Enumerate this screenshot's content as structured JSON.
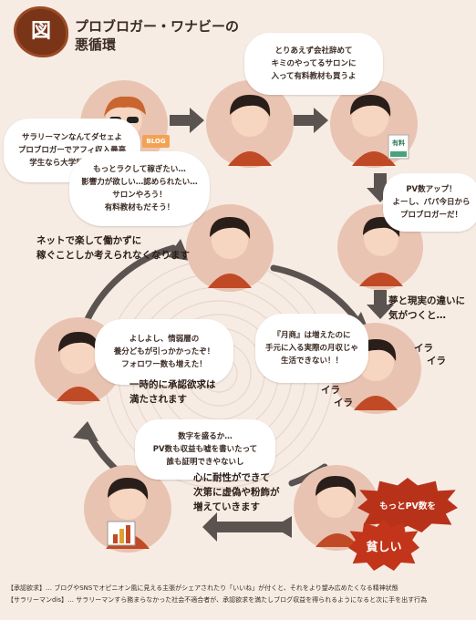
{
  "badge": "図",
  "title_lines": [
    "プロブロガー・ワナビーの",
    "悪循環"
  ],
  "bubbles": {
    "salaryman": [
      "サラリーマンなんてダセェよ",
      "プロブロガーでアフィ収入最高",
      "学生なら大学辞めちゃえ"
    ],
    "quit": [
      "とりあえず会社辞めて",
      "キミのやってるサロンに",
      "入って有料教材も買うよ"
    ],
    "pv_up": [
      "PV数アップ！",
      "よーし、パパ今日から",
      "プロブロガーだ！"
    ],
    "desire": [
      "もっとラクして稼ぎたい…",
      "影響力が欲しい…認められたい…",
      "サロンやろう！",
      "有料教材もだそう！"
    ],
    "yoshi": [
      "よしよし、情弱層の",
      "養分どもが引っかかったぞ！",
      "フォロワー数も増えた！"
    ],
    "getsushou": [
      "『月商』は増えたのに",
      "手元に入る実際の月収じゃ",
      "生活できない！！"
    ],
    "numbers": [
      "数字を盛るか…",
      "PV数も収益も嘘を書いたって",
      "誰も証明できやないし"
    ]
  },
  "captions": {
    "net": [
      "ネットで楽して働かずに",
      "稼ぐことしか考えられなくなります"
    ],
    "dream": [
      "夢と現実の違いに",
      "気がつくと…"
    ],
    "approval": [
      "一時的に承認欲求は",
      "満たされます"
    ],
    "fake": [
      "心に耐性ができて",
      "次第に虚偽や粉飾が",
      "増えていきます"
    ]
  },
  "ira_top": [
    "イラ",
    "イラ"
  ],
  "ira_left": [
    "イラ",
    "イラ"
  ],
  "blog_tag": "BLOG",
  "paid_tag": "有料",
  "burst_top": "もっとPV数を",
  "burst_bottom": "貧しい",
  "footer": [
    "【承認欲求】… ブログやSNSでオピニオン風に見える主張がシェアされたり「いいね」が付くと、それをより望み広めたくなる精神状態",
    "【サラリーマンdis】… サラリーマンすら務まらなかった社会不適合者が、承認欲求を満たしブログ収益を得られるようになると次に手を出す行為"
  ],
  "colors": {
    "accent": "#c14a26",
    "arrow": "#5b5350",
    "circle": "#eac4b2",
    "burst": "#b8321a",
    "badge": "#7a3418"
  }
}
